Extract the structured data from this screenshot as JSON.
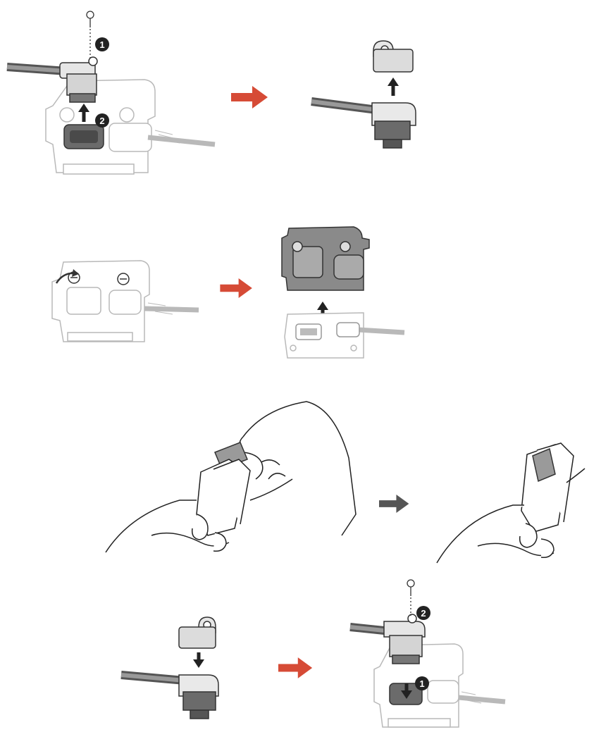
{
  "colors": {
    "arrow_red": "#d64b36",
    "arrow_gray": "#555555",
    "line": "#333333",
    "faint_line": "#b9b9b9",
    "dark_fill": "#5a5a5a",
    "mid_fill": "#8a8a8a",
    "light_fill": "#d9d9d9",
    "badge_fill": "#222222"
  },
  "steps": [
    {
      "icons": [
        "screw-icon",
        "cable-plug-icon",
        "radio-unit-icon",
        "plug-cap-icon",
        "up-arrow-icon"
      ],
      "badges": [
        "1",
        "2"
      ],
      "arrow": "red-right-arrow"
    },
    {
      "icons": [
        "radio-unit-icon",
        "screw-icon",
        "gasket-plate-icon",
        "up-arrow-icon"
      ],
      "badges": [],
      "arrow": "red-right-arrow"
    },
    {
      "icons": [
        "hand-icon",
        "clip-icon",
        "tab-icon"
      ],
      "badges": [],
      "arrow": "gray-right-arrow"
    },
    {
      "icons": [
        "plug-cap-icon",
        "down-arrow-icon",
        "cable-plug-icon",
        "radio-unit-icon",
        "screw-icon"
      ],
      "badges": [
        "2",
        "1"
      ],
      "arrow": "red-right-arrow"
    }
  ]
}
